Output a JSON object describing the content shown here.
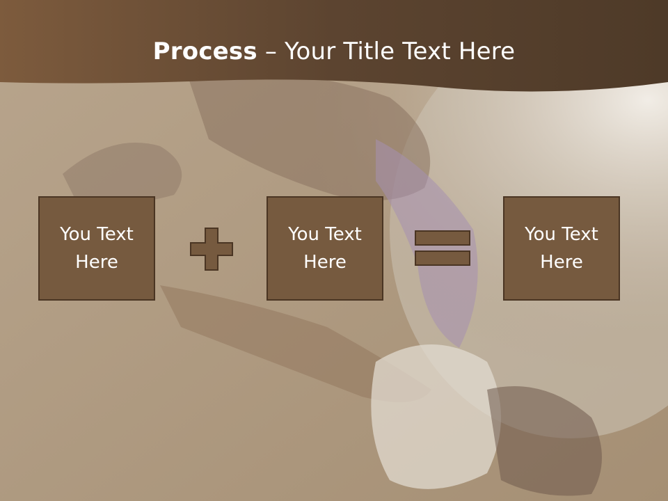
{
  "title": {
    "bold": "Process",
    "separator": " – ",
    "rest": "Your Title Text Here"
  },
  "process": {
    "box1": "You Text\nHere",
    "operator1": "plus",
    "box2": "You Text\nHere",
    "operator2": "equals",
    "box3": "You Text\nHere"
  },
  "colors": {
    "header_brown": "#6b4e34",
    "box_fill": "#765a3f",
    "box_border": "#4a3523",
    "operator_fill": "#765a3f"
  }
}
